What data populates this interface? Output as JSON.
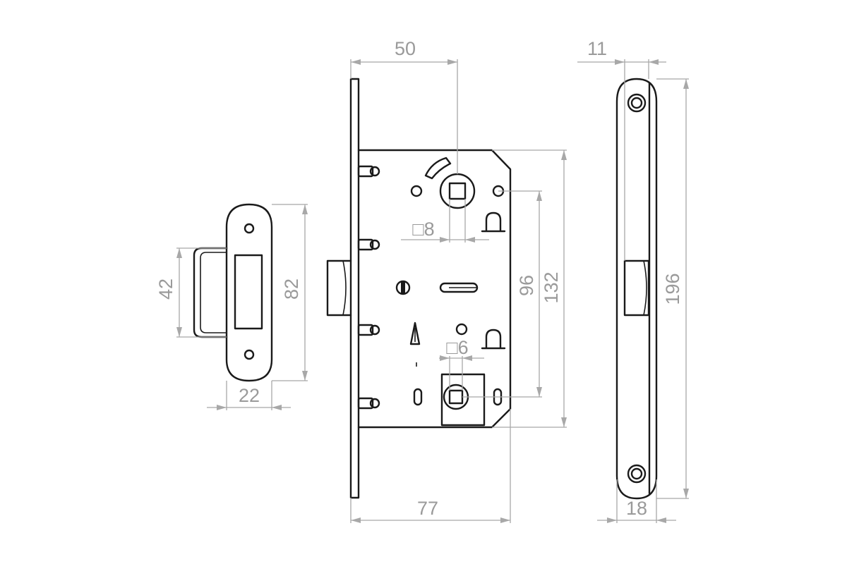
{
  "dimensions": {
    "strike_height_inner": "42",
    "strike_height_outer": "82",
    "strike_depth": "22",
    "backset": "50",
    "handle_square": "8",
    "turn_square": "6",
    "center_distance": "96",
    "case_height": "132",
    "case_depth": "77",
    "faceplate_thickness": "11",
    "faceplate_length": "196",
    "faceplate_width": "18"
  },
  "symbols": {
    "square": "□"
  }
}
